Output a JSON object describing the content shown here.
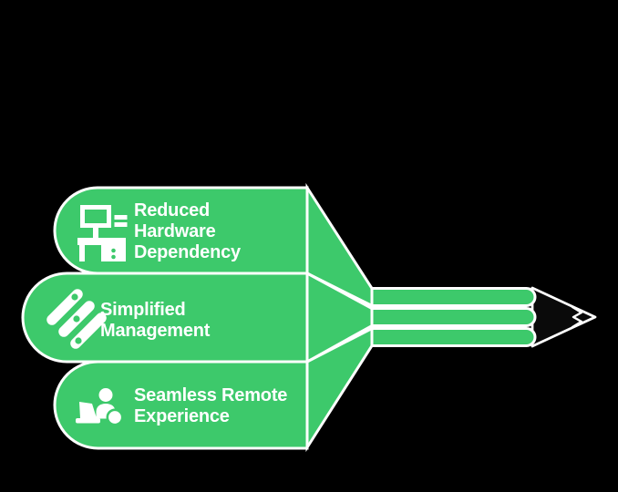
{
  "colors": {
    "bg": "#000000",
    "accent": "#3dc96b",
    "outline": "#ffffff",
    "text": "#ffffff",
    "pencil_tip": "#0a0a0a"
  },
  "banners": [
    {
      "icon": "desktop-workstation-icon",
      "lines": [
        "Reduced",
        "Hardware",
        "Dependency"
      ]
    },
    {
      "icon": "settings-sliders-icon",
      "lines": [
        "Simplified",
        "Management"
      ]
    },
    {
      "icon": "remote-user-laptop-icon",
      "lines": [
        "Seamless Remote",
        "Experience"
      ]
    }
  ]
}
